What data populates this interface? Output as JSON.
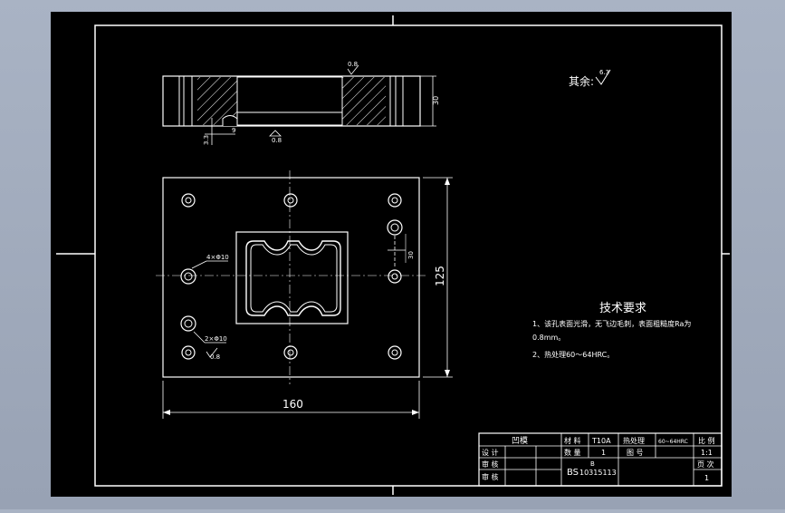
{
  "colors": {
    "app_background": "#a0aabb",
    "canvas": "#000000",
    "lines": "#ffffff"
  },
  "surface_note": {
    "prefix": "其余:",
    "value": "6.3"
  },
  "section_view": {
    "roughness_top": "0.8",
    "roughness_bottom": "0.8",
    "dim_thickness": "30",
    "dim_left": "3.3",
    "dim_hole": "9"
  },
  "plan_view": {
    "dim_width": "160",
    "dim_height": "125",
    "dim_slot": "30",
    "hole_callout_1": "4×Φ10",
    "hole_callout_2": "2×Φ10",
    "hole_roughness": "0.8"
  },
  "tech_requirements": {
    "title": "技术要求",
    "line1": "1、该孔表面光滑，无飞边毛刺，表面粗糙度Ra为",
    "line2": "0.8mm。",
    "line3": "2、热处理60～64HRC。"
  },
  "title_block": {
    "top_left": "凹模",
    "material_label": "材 料",
    "material_value": "T10A",
    "heat_label": "热处理",
    "heat_value": "60~64HRC",
    "scale_label": "比 例",
    "quantity_label": "数 量",
    "quantity_value": "1",
    "drawing_no_label": "图 号",
    "scale_value": "1:1",
    "design_label": "设 计",
    "check_label": "审 核",
    "approve_label": "审 核",
    "sheet_label": "页 次",
    "sheet_value": "1",
    "code_prefix": "BS",
    "code_number": "10315113",
    "code_sub": "B"
  }
}
